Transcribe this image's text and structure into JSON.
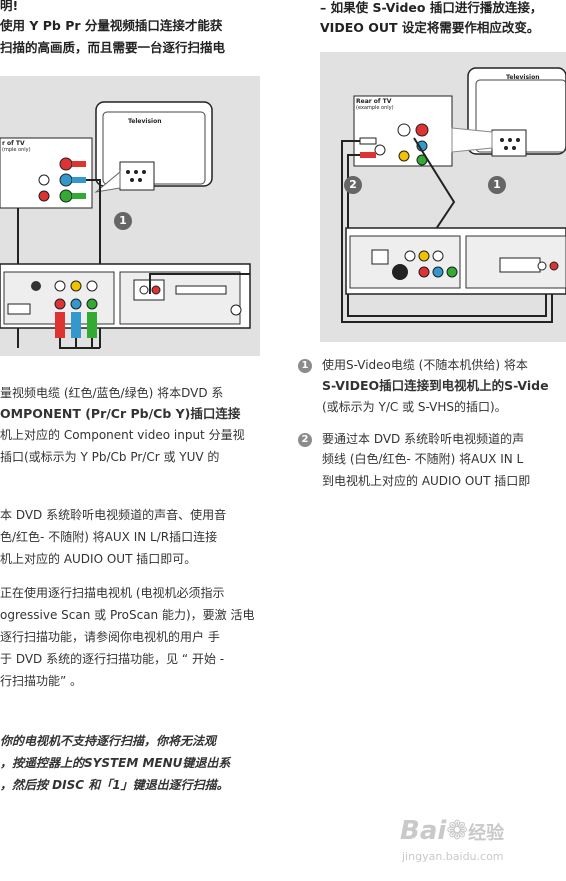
{
  "left_column": {
    "heading_lines": [
      "明!",
      "使用 Y Pb Pr 分量视频插口连接才能获",
      "扫描的高画质，而且需要一台逐行扫描电"
    ],
    "figure": {
      "tv_label": "Television",
      "rear_label": "r of TV",
      "rear_sublabel": "(mple only)",
      "step_marker": "1"
    },
    "paragraph1": [
      "量视频电缆 (红色/蓝色/绿色) 将本DVD 系",
      "OMPONENT (Pr/Cr Pb/Cb Y)插口连接",
      "机上对应的 Component video input 分量视",
      "插口(或标示为 Y Pb/Cb Pr/Cr 或 YUV 的"
    ],
    "paragraph2": [
      "本 DVD 系统聆听电视频道的声音、使用音",
      "色/红色- 不随附) 将AUX IN L/R插口连接",
      "机上对应的 AUDIO OUT 插口即可。"
    ],
    "paragraph3": [
      "正在使用逐行扫描电视机 (电视机必须指示",
      "ogressive Scan 或 ProScan 能力)，要激 活电",
      "逐行扫描功能，请参阅你电视机的用户 手",
      "于 DVD 系统的逐行扫描功能，见 “ 开始 -",
      "行扫描功能” 。"
    ],
    "note_lines": [
      "你的电视机不支持逐行扫描，你将无法观",
      "，按遥控器上的SYSTEM  MENU键退出系",
      "，然后按 DISC 和「1」键退出逐行扫描。"
    ]
  },
  "right_column": {
    "heading_lines": [
      "– 如果使 S-Video 插口进行播放连接，",
      "VIDEO OUT 设定将需要作相应改变。"
    ],
    "figure": {
      "tv_label": "Television",
      "rear_label": "Rear of TV",
      "rear_sublabel": "(example only)",
      "step_marker_a": "2",
      "step_marker_b": "1"
    },
    "items": [
      {
        "number": "1",
        "lines": [
          "使用S-Video电缆 (不随本机供给) 将本",
          "S-VIDEO插口连接到电视机上的S-Vide",
          "(或标示为 Y/C 或 S-VHS的插口)。"
        ]
      },
      {
        "number": "2",
        "lines": [
          "要通过本 DVD 系统聆听电视频道的声",
          "频线 (白色/红色- 不随附) 将AUX IN L",
          "到电视机上对应的 AUDIO OUT 插口即"
        ]
      }
    ]
  },
  "watermark": {
    "brand": "Bai",
    "brand_suffix": "经验",
    "url": "jingyan.baidu.com"
  }
}
